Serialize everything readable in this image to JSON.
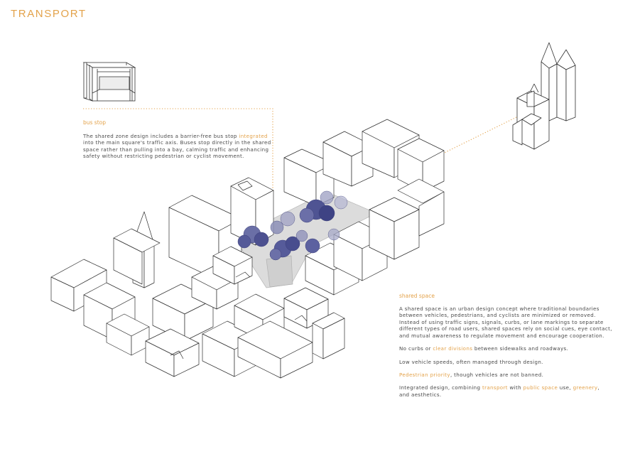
{
  "page": {
    "title": "TRANSPORT"
  },
  "colors": {
    "accent": "#e3a24a",
    "text": "#4a4a4a",
    "tree": "#4a4f8e",
    "line": "#3a3a3a",
    "plaza": "#d8d8d8"
  },
  "bus_stop": {
    "title": "bus stop",
    "text_a": "The shared zone design includes a barrier-free bus stop",
    "text_hl": "integrated",
    "text_b": "into the main square's traffic axis. Buses stop directly in the shared space rather than pulling into a bay, calming traffic and enhancing safety without restricting pedestrian or cyclist movement."
  },
  "shared_space": {
    "title": "shared space",
    "intro": "A shared space is an urban design concept where traditional boundaries between vehicles, pedestrians, and cyclists are minimized or removed. Instead of using traffic signs, signals, curbs, or lane markings to separate different types of road users, shared spaces rely on social cues, eye contact, and mutual awareness to regulate movement and encourage cooperation.",
    "p1_a": "No curbs or",
    "p1_hl": "clear divisions",
    "p1_b": "between sidewalks and roadways.",
    "p2": "Low vehicle speeds, often managed through design.",
    "p3_hl": "Pedestrian priority",
    "p3_b": ", though vehicles are not banned.",
    "p4_a": "Integrated design, combining",
    "p4_hl1": "transport",
    "p4_b": "with",
    "p4_hl2": "public space",
    "p4_c": "use,",
    "p4_hl3": "greenery",
    "p4_d": ",",
    "p4_e": "and aesthetics."
  }
}
